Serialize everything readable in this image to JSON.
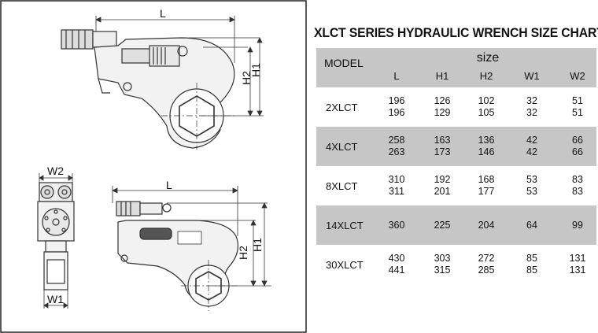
{
  "drawing": {
    "labels": {
      "top_L": "L",
      "top_H1": "H1",
      "top_H2": "H2",
      "side_W2": "W2",
      "side_W1": "W1",
      "bottom_L": "L",
      "bottom_H1": "H1",
      "bottom_H2": "H2"
    }
  },
  "chart": {
    "title": "XLCT SERIES HYDRAULIC WRENCH SIZE CHART",
    "header": {
      "model": "MODEL",
      "size": "size",
      "columns": [
        "L",
        "H1",
        "H2",
        "W1",
        "W2"
      ]
    },
    "rows": [
      {
        "model": "2XLCT",
        "shaded": false,
        "values": [
          [
            "196",
            "196"
          ],
          [
            "126",
            "129"
          ],
          [
            "102",
            "105"
          ],
          [
            "32",
            "32"
          ],
          [
            "51",
            "51"
          ]
        ]
      },
      {
        "model": "4XLCT",
        "shaded": true,
        "values": [
          [
            "258",
            "263"
          ],
          [
            "163",
            "173"
          ],
          [
            "136",
            "146"
          ],
          [
            "42",
            "42"
          ],
          [
            "66",
            "66"
          ]
        ]
      },
      {
        "model": "8XLCT",
        "shaded": false,
        "values": [
          [
            "310",
            "311"
          ],
          [
            "192",
            "201"
          ],
          [
            "168",
            "177"
          ],
          [
            "53",
            "53"
          ],
          [
            "83",
            "83"
          ]
        ]
      },
      {
        "model": "14XLCT",
        "shaded": true,
        "values": [
          [
            "360"
          ],
          [
            "225"
          ],
          [
            "204"
          ],
          [
            "64"
          ],
          [
            "99"
          ]
        ]
      },
      {
        "model": "30XLCT",
        "shaded": false,
        "values": [
          [
            "430",
            "441"
          ],
          [
            "303",
            "315"
          ],
          [
            "272",
            "285"
          ],
          [
            "85",
            "85"
          ],
          [
            "131",
            "131"
          ]
        ]
      }
    ],
    "colors": {
      "shade": "#c6c6c6",
      "text": "#111111"
    }
  }
}
